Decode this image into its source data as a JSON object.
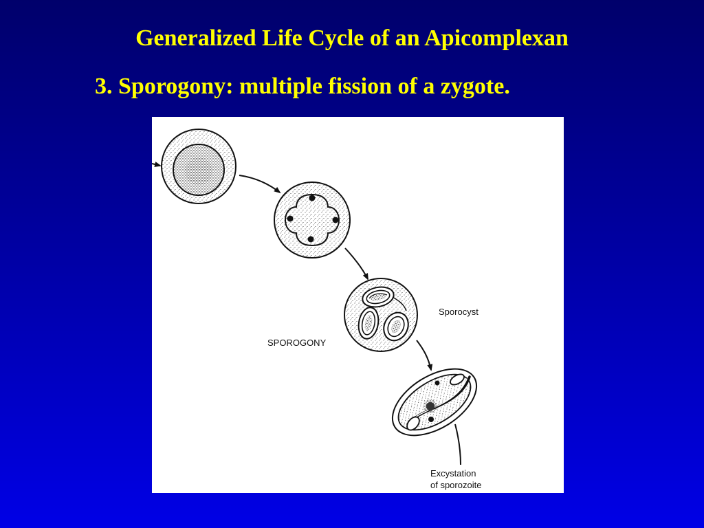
{
  "slide": {
    "title": "Generalized Life Cycle of an Apicomplexan",
    "subtitle": "3. Sporogony: multiple fission of a zygote."
  },
  "figure": {
    "stage_label": "SPOROGONY",
    "sporocyst_label": "Sporocyst",
    "excystation_line1": "Excystation",
    "excystation_line2": "of sporozoite"
  },
  "colors": {
    "background_top": "#00006b",
    "background_bottom": "#0000e6",
    "title_text": "#ffff00",
    "figure_background": "#ffffff",
    "line_art": "#111111"
  }
}
